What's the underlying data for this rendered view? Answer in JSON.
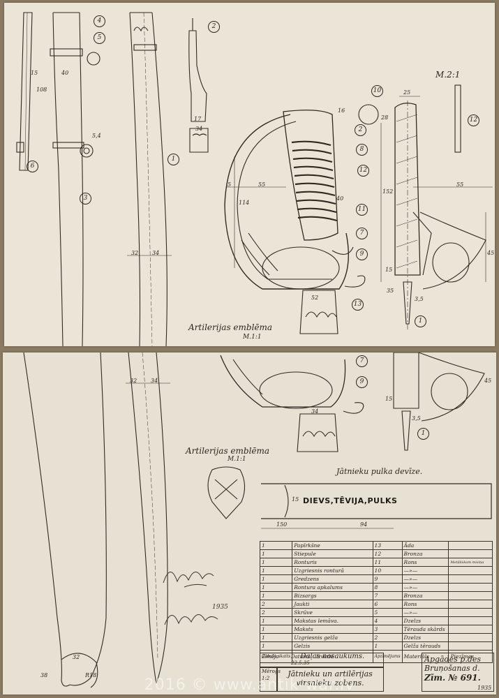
{
  "top_sheet": {
    "scale": "M.2:1",
    "emblem_label": "Artilerijas emblēma",
    "emblem_scale": "M.1:1",
    "callouts": [
      "4",
      "5",
      "2",
      "3",
      "1",
      "6",
      "10",
      "2",
      "8",
      "12",
      "11",
      "7",
      "9",
      "13",
      "1",
      "12"
    ],
    "dimensions": [
      "40",
      "15",
      "108",
      "5,4",
      "55",
      "5",
      "114",
      "40",
      "152",
      "55",
      "45",
      "25",
      "16",
      "28",
      "52",
      "34",
      "32",
      "34",
      "3,5",
      "35",
      "17",
      "15"
    ]
  },
  "bottom_sheet": {
    "emblem_label": "Artilerijas emblēma",
    "emblem_scale": "M.1:1",
    "motto_label": "Jātnieku pulka devīze.",
    "motto": "DIEVS,TĒVIJA,PULKS",
    "motto_dims": [
      "150",
      "94",
      "15"
    ],
    "callouts": [
      "7",
      "9",
      "1"
    ],
    "dimensions": [
      "32",
      "34",
      "45",
      "34",
      "3,5",
      "15",
      "32",
      "R18",
      "38"
    ],
    "parts_table": {
      "rows": [
        {
          "qty": "1",
          "name": "Papīrkšne",
          "num": "13",
          "material": "Āda",
          "note": ""
        },
        {
          "qty": "1",
          "name": "Stiepule",
          "num": "12",
          "material": "Bronza",
          "note": ""
        },
        {
          "qty": "1",
          "name": "Ronturis",
          "num": "11",
          "material": "Rons",
          "note": "Metāliskam misiņa"
        },
        {
          "qty": "1",
          "name": "Uzgriesnis ronturā",
          "num": "10",
          "material": "—»—",
          "note": ""
        },
        {
          "qty": "1",
          "name": "Gredzens",
          "num": "9",
          "material": "—»—",
          "note": ""
        },
        {
          "qty": "1",
          "name": "Rontura apkalums",
          "num": "8",
          "material": "—»—",
          "note": ""
        },
        {
          "qty": "1",
          "name": "Bizsargs",
          "num": "7",
          "material": "Bronza",
          "note": ""
        },
        {
          "qty": "2",
          "name": "Jaukti",
          "num": "6",
          "material": "Rons",
          "note": ""
        },
        {
          "qty": "2",
          "name": "Skrūve",
          "num": "5",
          "material": "—»—",
          "note": ""
        },
        {
          "qty": "1",
          "name": "Makstas lemāva.",
          "num": "4",
          "material": "Dzelzs",
          "note": ""
        },
        {
          "qty": "1",
          "name": "Maksts",
          "num": "3",
          "material": "Tērauda skārds",
          "note": ""
        },
        {
          "qty": "1",
          "name": "Uzgriesnis gelža",
          "num": "2",
          "material": "Dzelzs",
          "note": ""
        },
        {
          "qty": "1",
          "name": "Gelzis",
          "num": "1",
          "material": "Gelža tērauds",
          "note": ""
        }
      ],
      "footer": {
        "pieces_label": "Gabalu skaits",
        "name_label": "Daļas nosaukums.",
        "designation_label": "Apzīmējums",
        "material_label": "Materiāls",
        "note_label": "Piezīmes"
      }
    },
    "title_block": {
      "drawn_label": "Zīmēja",
      "date_label": "Datums",
      "approved_label": "Izvērtē",
      "date": "22.5.35",
      "scale_label": "Mērogs",
      "scale_value": "1:2",
      "title_line1": "Jātnieku un artilērijas",
      "title_line2": "virsnieku zobens.",
      "office_line1": "Apgādes p.des",
      "office_line2": "Bruņošanas d.",
      "drawing_number": "Zīm. № 691.",
      "year": "1935"
    },
    "signatures": [
      "1935"
    ]
  },
  "watermark": "2016 © www.antik-war.lv"
}
